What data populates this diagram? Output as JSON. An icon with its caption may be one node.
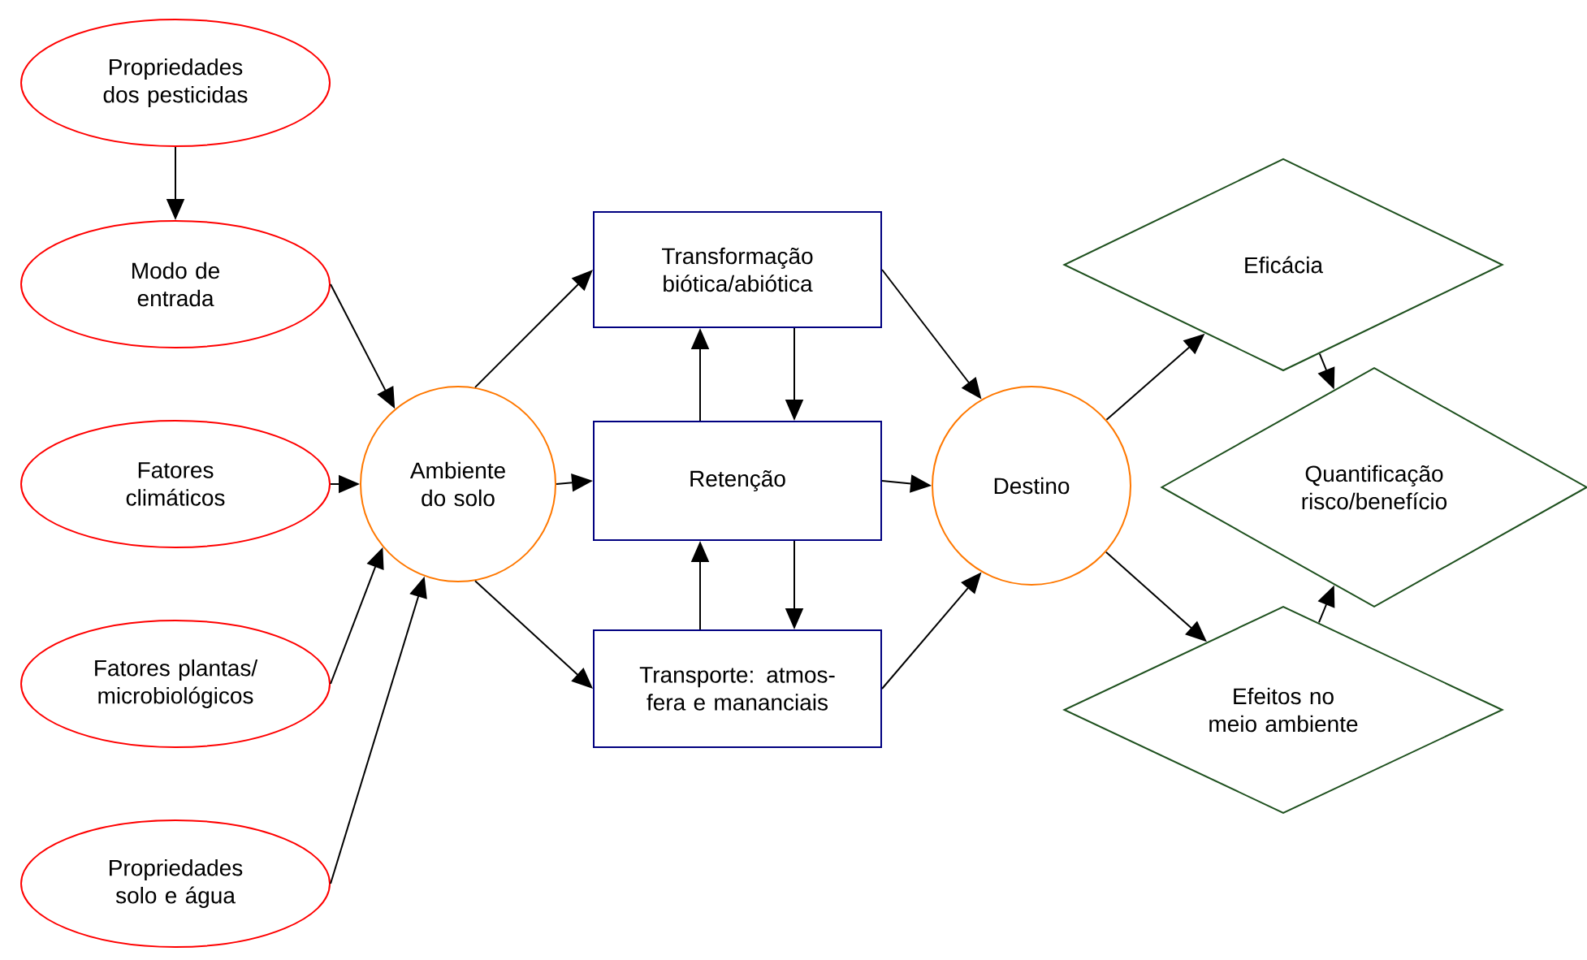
{
  "diagram": {
    "nodes": [
      {
        "text": [
          "Propriedades dos pesticidas"
        ]
      },
      {
        "text": [
          "Modo de entrada"
        ]
      },
      {
        "text": [
          "Fatores climáticos"
        ]
      },
      {
        "text": [
          "Fatores plantas/ microbiológicos"
        ]
      },
      {
        "text": [
          "Propriedades solo e água"
        ]
      },
      {
        "text": [
          "Ambiente do solo"
        ]
      },
      {
        "text": [
          "Transformação biótica/abiótica"
        ]
      },
      {
        "text": [
          "Retenção"
        ]
      },
      {
        "text": [
          "Transporte: atmos- fera e mananciais"
        ]
      },
      {
        "text": [
          "Destino"
        ]
      },
      {
        "text": [
          "Eficácia"
        ]
      },
      {
        "text": [
          "Quantificação risco/benefício"
        ]
      },
      {
        "text": [
          "Efeitos no meio ambiente"
        ]
      }
    ],
    "edges": [
      {
        "from": 0,
        "to": 1,
        "arrow": "to"
      },
      {
        "from": 1,
        "to": 5,
        "arrow": "to"
      },
      {
        "from": 2,
        "to": 5,
        "arrow": "to"
      },
      {
        "from": 3,
        "to": 5,
        "arrow": "to"
      },
      {
        "from": 4,
        "to": 5,
        "arrow": "to"
      },
      {
        "from": 5,
        "to": 6,
        "arrow": "to"
      },
      {
        "from": 5,
        "to": 7,
        "arrow": "to"
      },
      {
        "from": 5,
        "to": 8,
        "arrow": "to"
      },
      {
        "from": 7,
        "to": 6,
        "arrow": "to"
      },
      {
        "from": 6,
        "to": 7,
        "arrow": "to"
      },
      {
        "from": 8,
        "to": 7,
        "arrow": "to"
      },
      {
        "from": 7,
        "to": 8,
        "arrow": "to"
      },
      {
        "from": 6,
        "to": 9,
        "arrow": "to"
      },
      {
        "from": 7,
        "to": 9,
        "arrow": "to"
      },
      {
        "from": 8,
        "to": 9,
        "arrow": "to"
      },
      {
        "from": 9,
        "to": 10,
        "arrow": "to"
      },
      {
        "from": 9,
        "to": 12,
        "arrow": "to"
      },
      {
        "from": 10,
        "to": 11,
        "arrow": "to"
      },
      {
        "from": 12,
        "to": 11,
        "arrow": "to"
      }
    ]
  }
}
